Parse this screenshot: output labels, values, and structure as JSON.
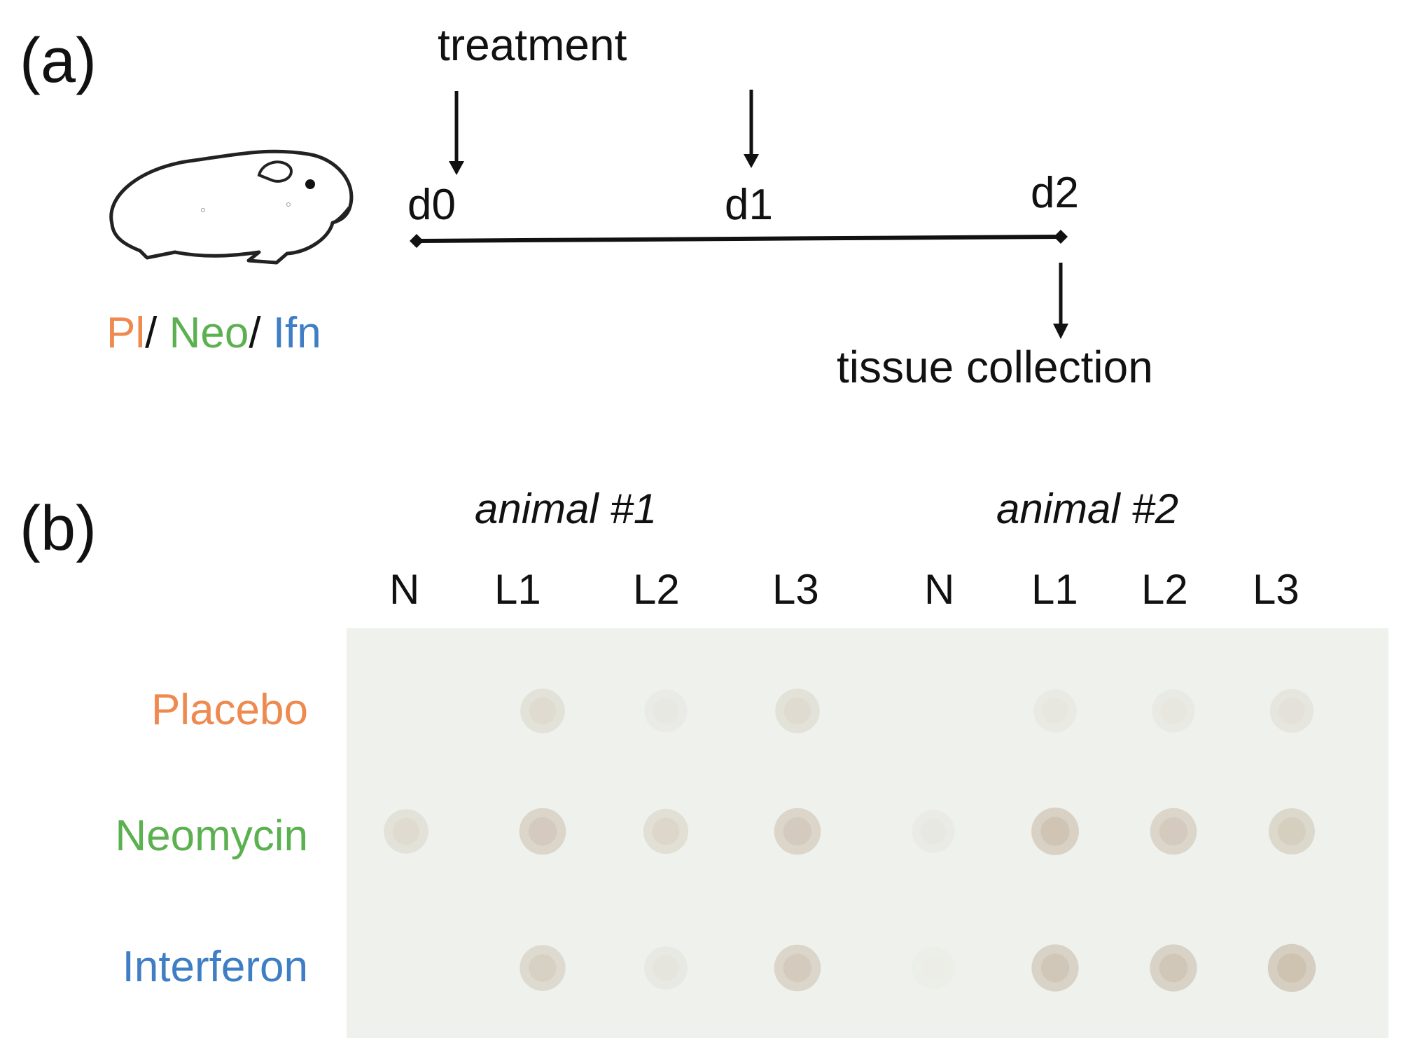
{
  "panel_a": {
    "label": "(a)",
    "treatment_label": "treatment",
    "collection_label": "tissue collection",
    "days": [
      "d0",
      "d1",
      "d2"
    ],
    "groups": [
      {
        "text": "Pl",
        "color": "#ee8a4f"
      },
      {
        "text": "/ ",
        "color": "#111111"
      },
      {
        "text": "Neo",
        "color": "#5bb04f"
      },
      {
        "text": "/ ",
        "color": "#111111"
      },
      {
        "text": "Ifn",
        "color": "#3f7ec4"
      }
    ]
  },
  "panel_b": {
    "label": "(b)",
    "animals": [
      "animal #1",
      "animal #2"
    ],
    "lanes": [
      "N",
      "L1",
      "L2",
      "L3",
      "N",
      "L1",
      "L2",
      "L3"
    ],
    "rows": [
      {
        "label": "Placebo",
        "color": "#ee8a4f"
      },
      {
        "label": "Neomycin",
        "color": "#5bb04f"
      },
      {
        "label": "Interferon",
        "color": "#3f7ec4"
      }
    ],
    "dot_intensity": [
      [
        0.0,
        0.3,
        0.1,
        0.3,
        0.0,
        0.12,
        0.12,
        0.2
      ],
      [
        0.3,
        0.55,
        0.35,
        0.55,
        0.1,
        0.65,
        0.55,
        0.5
      ],
      [
        0.0,
        0.45,
        0.15,
        0.55,
        0.05,
        0.6,
        0.6,
        0.7
      ]
    ]
  }
}
